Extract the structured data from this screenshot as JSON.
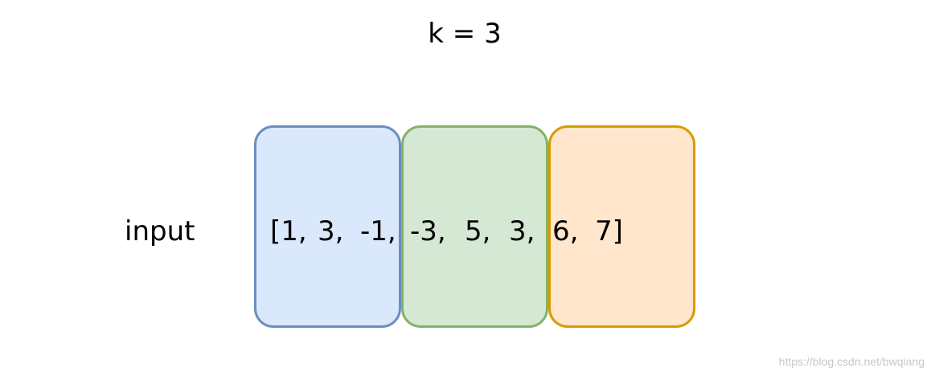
{
  "title": "k = 3",
  "row_label": "input",
  "array_tokens": [
    "[1,",
    "3,",
    "-1,",
    "-3,",
    "5,",
    "3,",
    "6,",
    "7]"
  ],
  "window_colors": {
    "blue_fill": "#dae8fc",
    "blue_stroke": "#6c8ebf",
    "green_fill": "#d5e8d4",
    "green_stroke": "#82b366",
    "orange_fill": "#ffe6cc",
    "orange_stroke": "#d79b00"
  },
  "watermark": "https://blog.csdn.net/bwqiang"
}
